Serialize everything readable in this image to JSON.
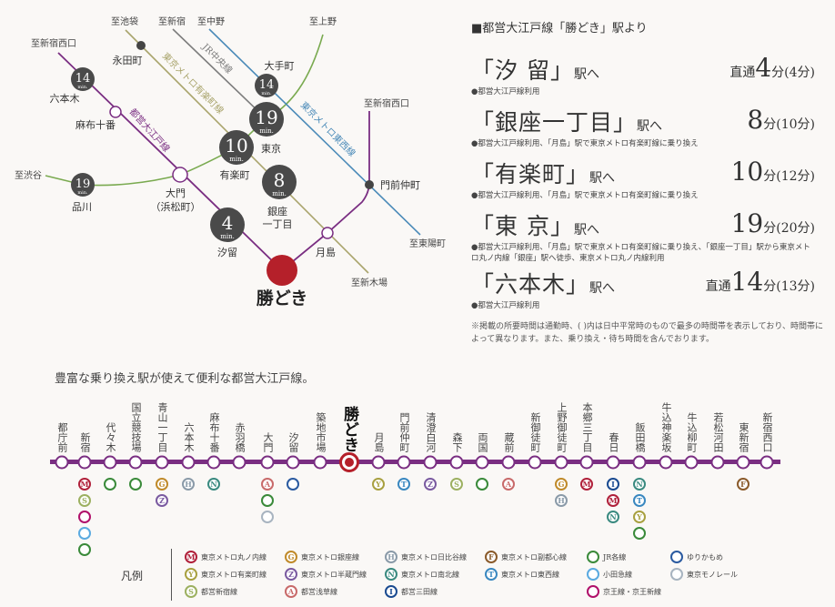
{
  "map": {
    "origin": "勝どき",
    "directions": {
      "shinjuku_nishiguchi_1": "至新宿西口",
      "ikebukuro": "至池袋",
      "shinjuku": "至新宿",
      "nakano": "至中野",
      "ueno": "至上野",
      "shinjuku_nishiguchi_2": "至新宿西口",
      "shibuya": "至渋谷",
      "toyocho": "至東陽町",
      "shinkiba": "至新木場"
    },
    "line_labels": {
      "oedo": "都営大江戸線",
      "yurakucho": "東京メトロ有楽町線",
      "chuo": "JR中央線",
      "tozai": "東京メトロ東西線"
    },
    "stations": {
      "nagatacho": "永田町",
      "roppongi": "六本木",
      "azabujuban": "麻布十番",
      "daimon": "大門",
      "daimon_sub": "（浜松町）",
      "shinagawa": "品川",
      "shiodome": "汐留",
      "yurakucho": "有楽町",
      "tokyo": "東京",
      "otemachi": "大手町",
      "ginza1": "銀座",
      "ginza1_b": "一丁目",
      "tsukishima": "月島",
      "monzen": "門前仲町"
    },
    "badges": {
      "roppongi": "14",
      "otemachi": "14",
      "tokyo": "19",
      "yurakucho": "10",
      "ginza1": "8",
      "shinagawa": "19",
      "shiodome": "4",
      "unit": "min."
    },
    "colors": {
      "oedo": "#7a2e82",
      "yurakucho": "#a9a46c",
      "chuo": "#7d7d7d",
      "tozai": "#4a8ab8",
      "jr": "#7aaa50",
      "badge": "#4a4a4a",
      "origin": "#b5202a"
    }
  },
  "routes_panel": {
    "header": "■都営大江戸線「勝どき」駅より",
    "routes": [
      {
        "name": "「汐 留」",
        "eki": "駅へ",
        "prefix": "直通",
        "minutes": "4",
        "suffix": "分(4分)",
        "note": "●都営大江戸線利用"
      },
      {
        "name": "「銀座一丁目」",
        "eki": "駅へ",
        "prefix": "",
        "minutes": "8",
        "suffix": "分(10分)",
        "note": "●都営大江戸線利用、「月島」駅で東京メトロ有楽町線に乗り換え"
      },
      {
        "name": "「有楽町」",
        "eki": "駅へ",
        "prefix": "",
        "minutes": "10",
        "suffix": "分(12分)",
        "note": "●都営大江戸線利用、「月島」駅で東京メトロ有楽町線に乗り換え"
      },
      {
        "name": "「東 京」",
        "eki": "駅へ",
        "prefix": "",
        "minutes": "19",
        "suffix": "分(20分)",
        "note": "●都営大江戸線利用、「月島」駅で東京メトロ有楽町線に乗り換え、「銀座一丁目」駅から東京メトロ丸ノ内線「銀座」駅へ徒歩、東京メトロ丸ノ内線利用"
      },
      {
        "name": "「六本木」",
        "eki": "駅へ",
        "prefix": "直通",
        "minutes": "14",
        "suffix": "分(13分)",
        "note": "●都営大江戸線利用"
      }
    ],
    "footnote": "※掲載の所要時間は通勤時、( )内は日中平常時のもので最多の時間帯を表示しており、時間帯によって異なります。また、乗り換え・待ち時間を含んでおります。"
  },
  "line_diagram": {
    "tagline": "豊富な乗り換え駅が使えて便利な都営大江戸線。",
    "line_color": "#7a2e82",
    "stations": [
      {
        "name": "都庁前",
        "x": []
      },
      {
        "name": "新宿",
        "x": [
          "M",
          "S",
          "keio",
          "odakyu",
          "jr"
        ]
      },
      {
        "name": "代々木",
        "x": [
          "jr"
        ]
      },
      {
        "name": "国立競技場",
        "x": [
          "jr"
        ]
      },
      {
        "name": "青山一丁目",
        "x": [
          "G",
          "Z"
        ]
      },
      {
        "name": "六本木",
        "x": [
          "H"
        ]
      },
      {
        "name": "麻布十番",
        "x": [
          "N"
        ]
      },
      {
        "name": "赤羽橋",
        "x": []
      },
      {
        "name": "大門",
        "x": [
          "A",
          "jr",
          "monorail"
        ]
      },
      {
        "name": "汐留",
        "x": [
          "yurikamome"
        ]
      },
      {
        "name": "築地市場",
        "x": []
      },
      {
        "name": "勝どき",
        "x": [],
        "main": true
      },
      {
        "name": "月島",
        "x": [
          "Y"
        ]
      },
      {
        "name": "門前仲町",
        "x": [
          "T"
        ]
      },
      {
        "name": "清澄白河",
        "x": [
          "Z"
        ]
      },
      {
        "name": "森下",
        "x": [
          "S"
        ]
      },
      {
        "name": "両国",
        "x": [
          "jr"
        ]
      },
      {
        "name": "蔵前",
        "x": [
          "A"
        ]
      },
      {
        "name": "新御徒町",
        "x": []
      },
      {
        "name": "上野御徒町",
        "x": [
          "G",
          "H"
        ]
      },
      {
        "name": "本郷三丁目",
        "x": [
          "M"
        ]
      },
      {
        "name": "春日",
        "x": [
          "I",
          "M",
          "N"
        ]
      },
      {
        "name": "飯田橋",
        "x": [
          "N",
          "T",
          "Y",
          "jr"
        ]
      },
      {
        "name": "牛込神楽坂",
        "x": []
      },
      {
        "name": "牛込柳町",
        "x": []
      },
      {
        "name": "若松河田",
        "x": []
      },
      {
        "name": "東新宿",
        "x": [
          "F"
        ]
      },
      {
        "name": "新宿西口",
        "x": []
      }
    ]
  },
  "legend": {
    "title": "凡例",
    "lines": {
      "M": {
        "letter": "M",
        "label": "東京メトロ丸ノ内線",
        "color": "#b0203a"
      },
      "Y": {
        "letter": "Y",
        "label": "東京メトロ有楽町線",
        "color": "#a8a040"
      },
      "S": {
        "letter": "S",
        "label": "都営新宿線",
        "color": "#9cb060"
      },
      "G": {
        "letter": "G",
        "label": "東京メトロ銀座線",
        "color": "#c08a2a"
      },
      "Z": {
        "letter": "Z",
        "label": "東京メトロ半蔵門線",
        "color": "#7a5aa0"
      },
      "A": {
        "letter": "A",
        "label": "都営浅草線",
        "color": "#c86a6a"
      },
      "H": {
        "letter": "H",
        "label": "東京メトロ日比谷線",
        "color": "#8a9aa8"
      },
      "N": {
        "letter": "N",
        "label": "東京メトロ南北線",
        "color": "#3a8a80"
      },
      "I": {
        "letter": "I",
        "label": "都営三田線",
        "color": "#1a4a90"
      },
      "F": {
        "letter": "F",
        "label": "東京メトロ副都心線",
        "color": "#8a5a2a"
      },
      "T": {
        "letter": "T",
        "label": "東京メトロ東西線",
        "color": "#3a88c0"
      },
      "jr": {
        "letter": "",
        "label": "JR各線",
        "color": "#3a8a3a"
      },
      "odakyu": {
        "letter": "",
        "label": "小田急線",
        "color": "#5aaae0"
      },
      "keio": {
        "letter": "",
        "label": "京王線・京王新線",
        "color": "#b0106a"
      },
      "yurikamome": {
        "letter": "",
        "label": "ゆりかもめ",
        "color": "#2a5aa0"
      },
      "monorail": {
        "letter": "",
        "label": "東京モノレール",
        "color": "#a8b4c0"
      }
    },
    "order": [
      [
        "M",
        "Y",
        "S"
      ],
      [
        "G",
        "Z",
        "A"
      ],
      [
        "H",
        "N",
        "I"
      ],
      [
        "F",
        "T"
      ],
      [
        "jr",
        "odakyu",
        "keio"
      ],
      [
        "yurikamome",
        "monorail"
      ]
    ]
  }
}
